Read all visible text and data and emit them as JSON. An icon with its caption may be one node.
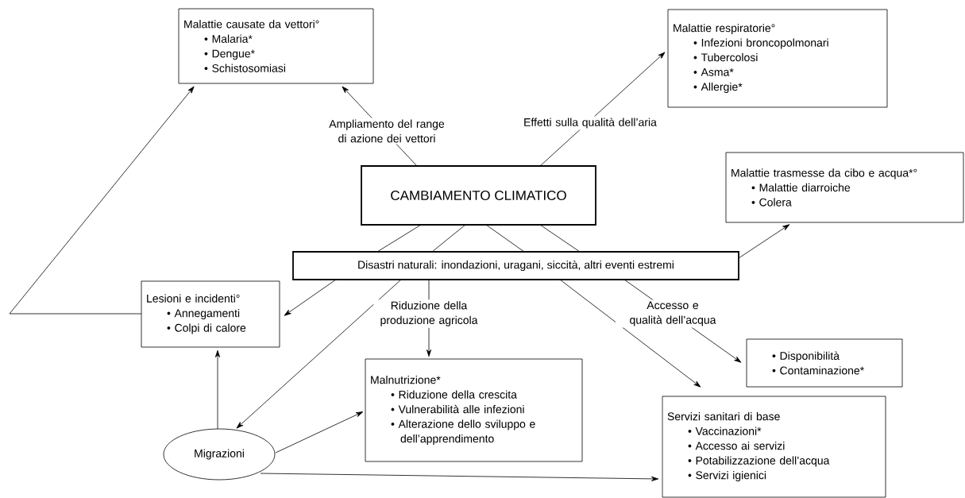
{
  "diagram": {
    "nodes": [
      {
        "text": [
          "Malattie causate da vettori°",
          "• Malaria*",
          "• Dengue*",
          "• Schistosomiasi"
        ]
      },
      {
        "text": [
          "Malattie respiratorie°",
          "• Infezioni broncopolmonari",
          "• Tubercolosi",
          "• Asma*",
          "• Allergie*"
        ]
      },
      {
        "text": [
          "CAMBIAMENTO CLIMATICO"
        ]
      },
      {
        "text": [
          "Malattie trasmesse da cibo e acqua*°",
          "• Malattie diarroiche",
          "• Colera"
        ]
      },
      {
        "text": [
          "Disastri naturali: inondazioni, uragani, siccità, altri eventi estremi"
        ]
      },
      {
        "text": [
          "Lesioni e incidenti°",
          "• Annegamenti",
          "• Colpi di calore"
        ]
      },
      {
        "text": [
          "Malnutrizione*",
          "• Riduzione della crescita",
          "• Vulnerabilità alle infezioni",
          "• Alterazione dello sviluppo e dell’apprendimento"
        ]
      },
      {
        "text": [
          "• Disponibilità",
          "• Contaminazione*"
        ]
      },
      {
        "text": [
          "Servizi sanitari di base",
          "• Vaccinazioni*",
          "• Accesso ai servizi",
          "• Potabilizzazione dell’acqua",
          "• Servizi igienici"
        ]
      },
      {
        "text": [
          "Migrazioni"
        ]
      }
    ],
    "edges": [
      {
        "from": 2,
        "to": 0,
        "arrow": "to",
        "label": "Ampliamento del range di azione dei vettori"
      },
      {
        "from": 2,
        "to": 1,
        "arrow": "to",
        "label": "Effetti sulla qualità dell’aria"
      },
      {
        "from": 2,
        "to": 4,
        "arrow": "none"
      },
      {
        "from": 2,
        "to": 4,
        "arrow": "none"
      },
      {
        "from": 2,
        "to": 4,
        "arrow": "none"
      },
      {
        "from": 2,
        "to": 4,
        "arrow": "none"
      },
      {
        "from": 4,
        "to": 3,
        "arrow": "to"
      },
      {
        "from": 4,
        "to": 5,
        "arrow": "to"
      },
      {
        "from": 4,
        "to": 9,
        "arrow": "to"
      },
      {
        "from": 4,
        "to": 6,
        "arrow": "to",
        "label": "Riduzione della produzione agricola"
      },
      {
        "from": 4,
        "to": 8,
        "arrow": "to"
      },
      {
        "from": 4,
        "to": 7,
        "arrow": "to",
        "label": "Accesso e qualità dell’acqua"
      },
      {
        "from": 9,
        "to": 5,
        "arrow": "to"
      },
      {
        "from": 9,
        "to": 6,
        "arrow": "to"
      },
      {
        "from": 9,
        "to": 8,
        "arrow": "to"
      },
      {
        "from": 5,
        "to": 0,
        "arrow": "to"
      }
    ]
  }
}
